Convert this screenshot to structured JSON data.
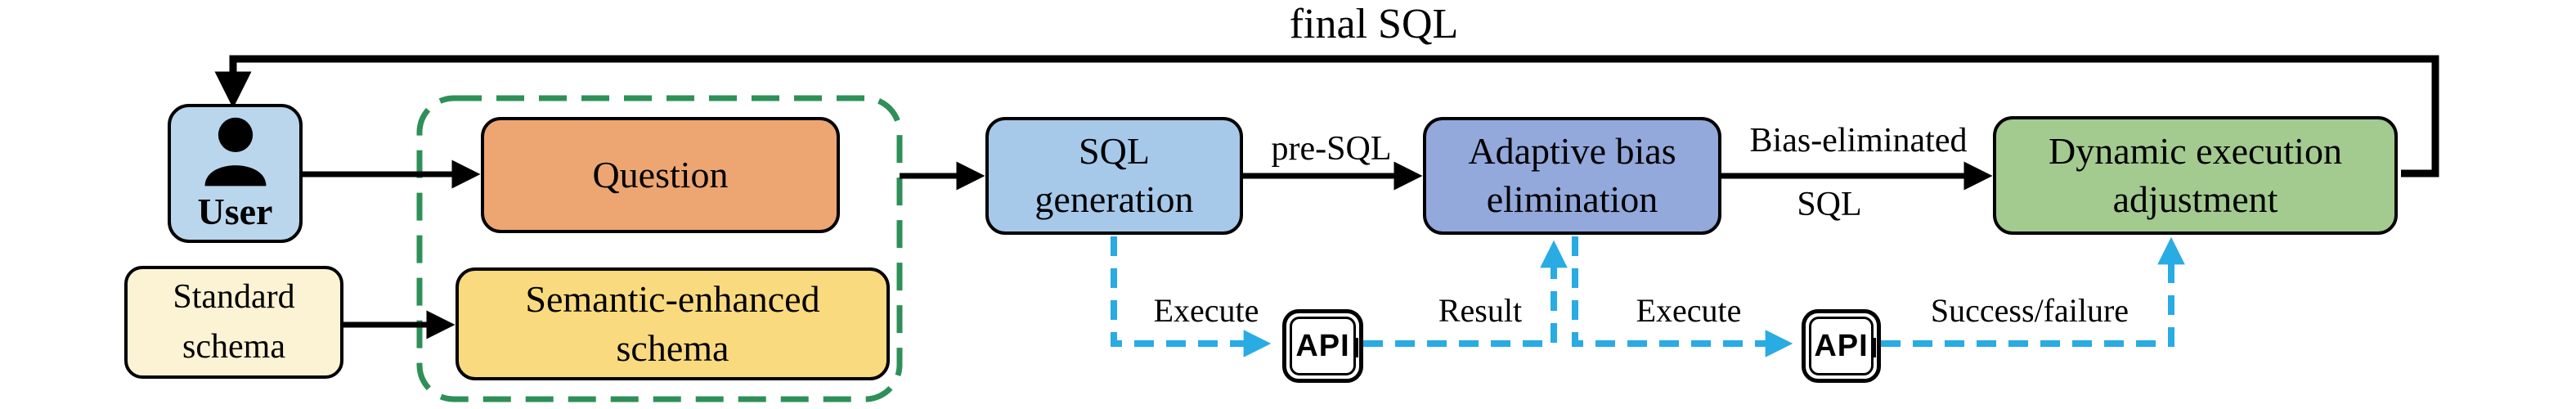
{
  "diagram": {
    "loop_label": "final SQL",
    "nodes": {
      "user": {
        "label": "User"
      },
      "standard_schema": {
        "lines": [
          "Standard",
          "schema"
        ]
      },
      "question": {
        "label": "Question"
      },
      "semantic_schema": {
        "lines": [
          "Semantic-enhanced",
          "schema"
        ]
      },
      "sql_generation": {
        "lines": [
          "SQL",
          "generation"
        ]
      },
      "adaptive_bias": {
        "lines": [
          "Adaptive bias",
          "elimination"
        ]
      },
      "dynamic_execution": {
        "lines": [
          "Dynamic execution",
          "adjustment"
        ]
      }
    },
    "edge_labels": {
      "pre_sql": "pre-SQL",
      "bias_eliminated_top": "Bias-eliminated",
      "bias_eliminated_bottom": "SQL",
      "execute_1": "Execute",
      "result": "Result",
      "execute_2": "Execute",
      "success_failure": "Success/failure"
    },
    "api_nodes": [
      {
        "label": "API"
      },
      {
        "label": "API"
      }
    ],
    "colors": {
      "user_fill": "#BAD6EC",
      "standard_schema_fill": "#FCF3D4",
      "question_fill": "#EDA672",
      "semantic_fill": "#FADA7E",
      "sql_generation_fill": "#A6C9EA",
      "adaptive_fill": "#93A8DB",
      "dynamic_fill": "#A3CA8F",
      "container_dash": "#2E9058",
      "api_flow": "#29ABE3",
      "line": "#000000"
    }
  }
}
